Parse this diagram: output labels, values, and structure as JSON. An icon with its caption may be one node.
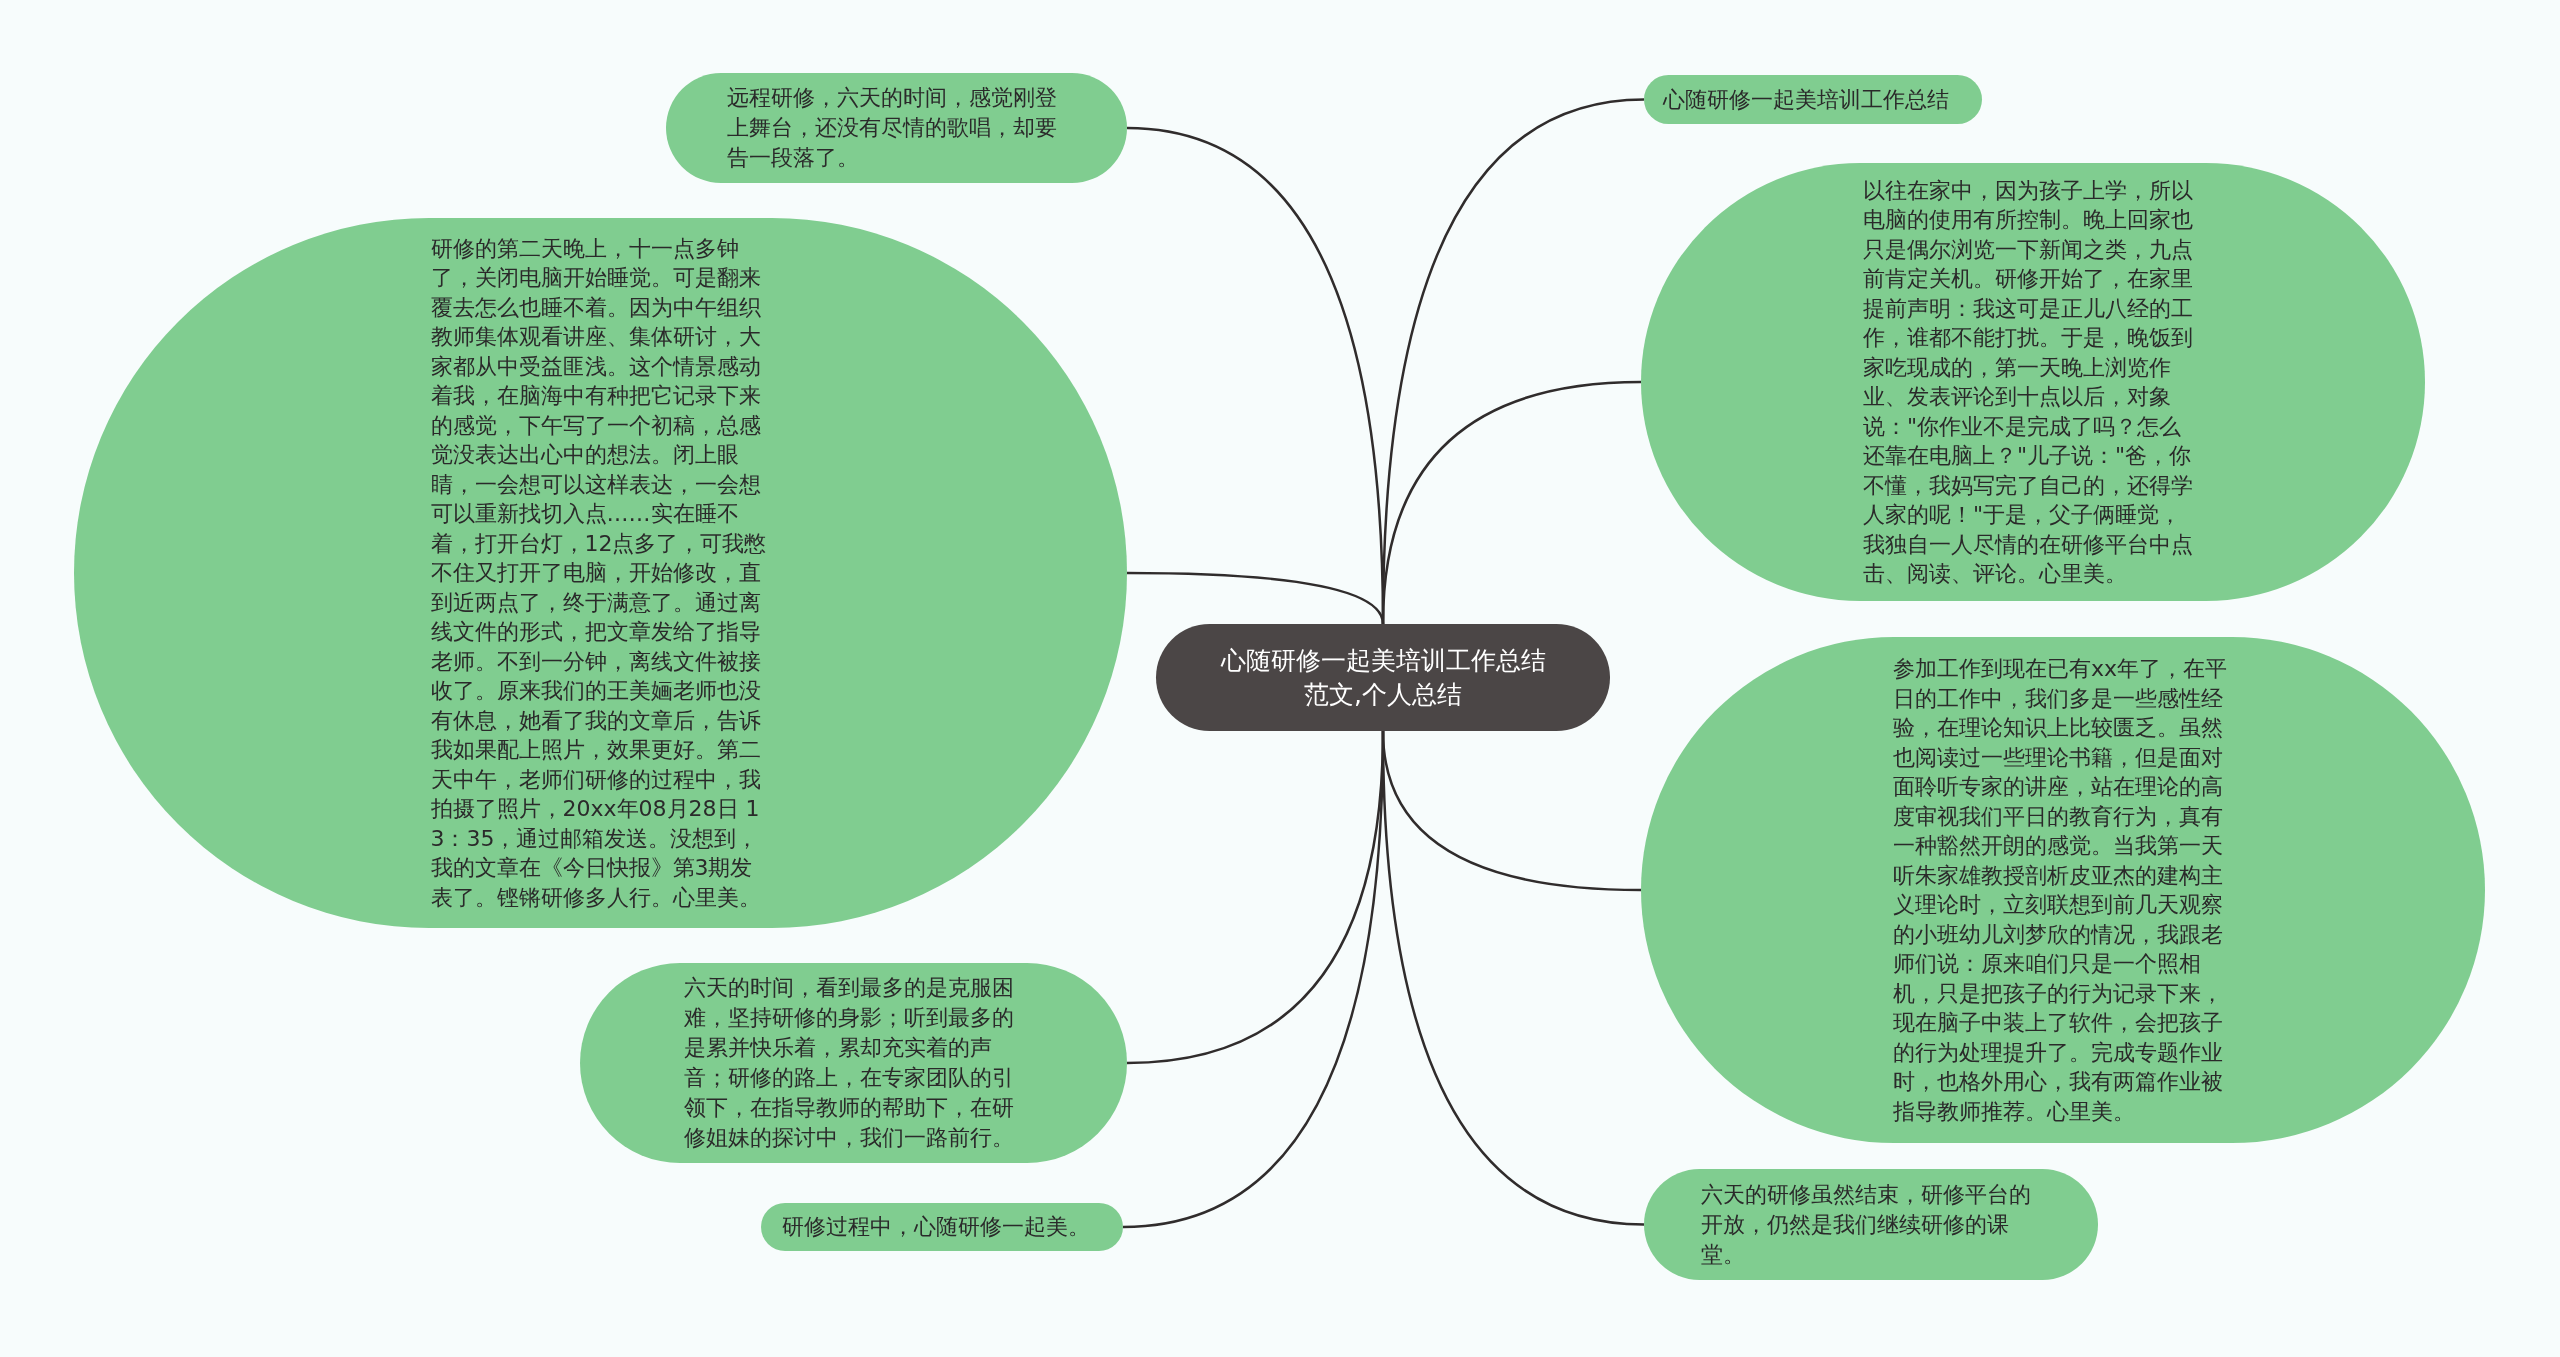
{
  "diagram": {
    "nodes": [
      {
        "text": [
          "心随研修一起美培训工作总结范文,个人总结"
        ]
      },
      {
        "text": [
          "远程研修，六天的时间，感觉刚登上舞台，还没有尽情的歌唱，却要告一段落了。"
        ]
      },
      {
        "text": [
          "研修的第二天晚上，十一点多钟了，关闭电脑开始睡觉。可是翻来覆去怎么也睡不着。因为中午组织教师集体观看讲座、集体研讨，大家都从中受益匪浅。这个情景感动着我，在脑海中有种把它记录下来的感觉，下午写了一个初稿，总感觉没表达出心中的想法。闭上眼睛，一会想可以这样表达，一会想可以重新找切入点……实在睡不着，打开台灯，12点多了，可我憋不住又打开了电脑，开始修改，直到近两点了，终于满意了。通过离线文件的形式，把文章发给了指导老师。不到一分钟，离线文件被接收了。原来我们的王美婳老师也没有休息，她看了我的文章后，告诉我如果配上照片，效果更好。第二天中午，老师们研修的过程中，我拍摄了照片，20xx年08月28日 13：35，通过邮箱发送。没想到，我的文章在《今日快报》第3期发表了。铿锵研修多人行。心里美。"
        ]
      },
      {
        "text": [
          "六天的时间，看到最多的是克服困难，坚持研修的身影；听到最多的是累并快乐着，累却充实着的声音；研修的路上，在专家团队的引领下，在指导教师的帮助下，在研修姐妹的探讨中，我们一路前行。"
        ]
      },
      {
        "text": [
          "研修过程中，心随研修一起美。"
        ]
      },
      {
        "text": [
          "心随研修一起美培训工作总结"
        ]
      },
      {
        "text": [
          "以往在家中，因为孩子上学，所以电脑的使用有所控制。晚上回家也只是偶尔浏览一下新闻之类，九点前肯定关机。研修开始了，在家里提前声明：我这可是正儿八经的工作，谁都不能打扰。于是，晚饭到家吃现成的，第一天晚上浏览作业、发表评论到十点以后，对象说：\"你作业不是完成了吗？怎么还靠在电脑上？\"儿子说：\"爸，你不懂，我妈写完了自己的，还得学人家的呢！\"于是，父子俩睡觉，我独自一人尽情的在研修平台中点击、阅读、评论。心里美。"
        ]
      },
      {
        "text": [
          "参加工作到现在已有xx年了，在平日的工作中，我们多是一些感性经验，在理论知识上比较匮乏。虽然也阅读过一些理论书籍，但是面对面聆听专家的讲座，站在理论的高度审视我们平日的教育行为，真有一种豁然开朗的感觉。当我第一天听朱家雄教授剖析皮亚杰的建构主义理论时，立刻联想到前几天观察的小班幼儿刘梦欣的情况，我跟老师们说：原来咱们只是一个照相机，只是把孩子的行为记录下来，现在脑子中装上了软件，会把孩子的行为处理提升了。完成专题作业时，也格外用心，我有两篇作业被指导教师推荐。心里美。"
        ]
      },
      {
        "text": [
          "六天的研修虽然结束，研修平台的开放，仍然是我们继续研修的课堂。"
        ]
      }
    ],
    "edges": [
      {
        "from": 0,
        "to": 1,
        "arrow": "none"
      },
      {
        "from": 0,
        "to": 2,
        "arrow": "none"
      },
      {
        "from": 0,
        "to": 3,
        "arrow": "none"
      },
      {
        "from": 0,
        "to": 4,
        "arrow": "none"
      },
      {
        "from": 0,
        "to": 5,
        "arrow": "none"
      },
      {
        "from": 0,
        "to": 6,
        "arrow": "none"
      },
      {
        "from": 0,
        "to": 7,
        "arrow": "none"
      },
      {
        "from": 0,
        "to": 8,
        "arrow": "none"
      }
    ]
  }
}
